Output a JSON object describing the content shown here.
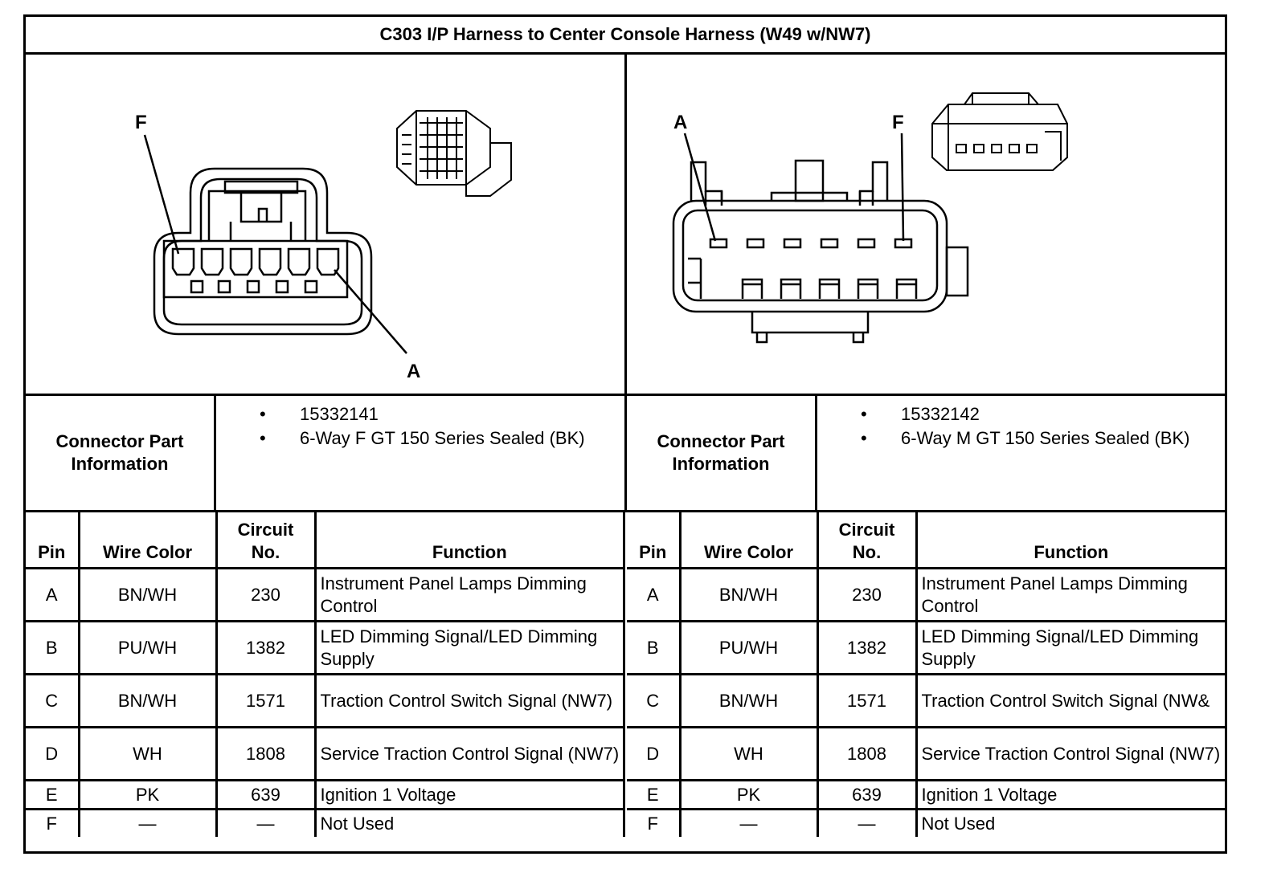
{
  "title": "C303 I/P Harness to Center Console Harness (W49 w/NW7)",
  "left": {
    "diagram": {
      "label_top": "F",
      "label_bottom": "A"
    },
    "part_info_label_lines": [
      "Connector Part",
      "Information"
    ],
    "part_info": [
      "15332141",
      "6-Way F GT 150 Series Sealed (BK)"
    ],
    "headers": {
      "pin": "Pin",
      "wire_color": "Wire Color",
      "circuit_line1": "Circuit",
      "circuit_line2": "No.",
      "function": "Function"
    },
    "rows": [
      {
        "pin": "A",
        "wire": "BN/WH",
        "circuit": "230",
        "function": "Instrument Panel Lamps Dimming Control"
      },
      {
        "pin": "B",
        "wire": "PU/WH",
        "circuit": "1382",
        "function": "LED Dimming Signal/LED Dimming Supply"
      },
      {
        "pin": "C",
        "wire": "BN/WH",
        "circuit": "1571",
        "function": "Traction Control Switch Signal (NW7)"
      },
      {
        "pin": "D",
        "wire": "WH",
        "circuit": "1808",
        "function": "Service Traction Control Signal (NW7)"
      },
      {
        "pin": "E",
        "wire": "PK",
        "circuit": "639",
        "function": "Ignition 1 Voltage"
      },
      {
        "pin": "F",
        "wire": "—",
        "circuit": "—",
        "function": "Not Used"
      }
    ]
  },
  "right": {
    "diagram": {
      "label_left": "A",
      "label_right": "F"
    },
    "part_info_label_lines": [
      "Connector Part",
      "Information"
    ],
    "part_info": [
      "15332142",
      "6-Way M GT 150 Series Sealed (BK)"
    ],
    "headers": {
      "pin": "Pin",
      "wire_color": "Wire Color",
      "circuit_line1": "Circuit",
      "circuit_line2": "No.",
      "function": "Function"
    },
    "rows": [
      {
        "pin": "A",
        "wire": "BN/WH",
        "circuit": "230",
        "function": "Instrument Panel Lamps Dimming Control"
      },
      {
        "pin": "B",
        "wire": "PU/WH",
        "circuit": "1382",
        "function": "LED Dimming Signal/LED Dimming Supply"
      },
      {
        "pin": "C",
        "wire": "BN/WH",
        "circuit": "1571",
        "function": "Traction Control Switch Signal (NW&"
      },
      {
        "pin": "D",
        "wire": "WH",
        "circuit": "1808",
        "function": "Service Traction Control Signal (NW7)"
      },
      {
        "pin": "E",
        "wire": "PK",
        "circuit": "639",
        "function": "Ignition 1 Voltage"
      },
      {
        "pin": "F",
        "wire": "—",
        "circuit": "—",
        "function": "Not Used"
      }
    ]
  }
}
